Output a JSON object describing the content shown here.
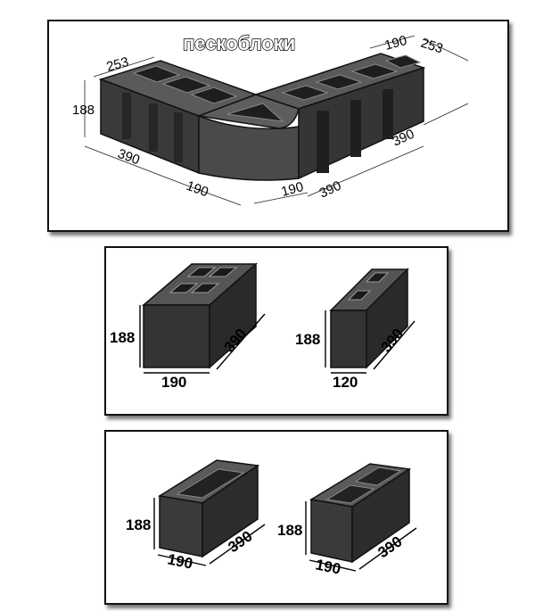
{
  "panel1": {
    "title": "пескоблоки",
    "dims": {
      "left_depth": "253",
      "height": "188",
      "left_length": "390",
      "left_width": "190",
      "right_width": "190",
      "right_length": "390",
      "right_side": "390",
      "top_width": "190",
      "top_depth": "253"
    }
  },
  "panel2": {
    "block_a": {
      "height": "188",
      "length": "390",
      "width": "190"
    },
    "block_b": {
      "height": "188",
      "length": "390",
      "width": "120"
    }
  },
  "panel3": {
    "block_a": {
      "height": "188",
      "length": "390",
      "width": "190"
    },
    "block_b": {
      "height": "188",
      "length": "390",
      "width": "190"
    }
  },
  "colors": {
    "block_face": "#3d3d3d",
    "block_top": "#555555",
    "block_side": "#2b2b2b",
    "border": "#111111"
  }
}
